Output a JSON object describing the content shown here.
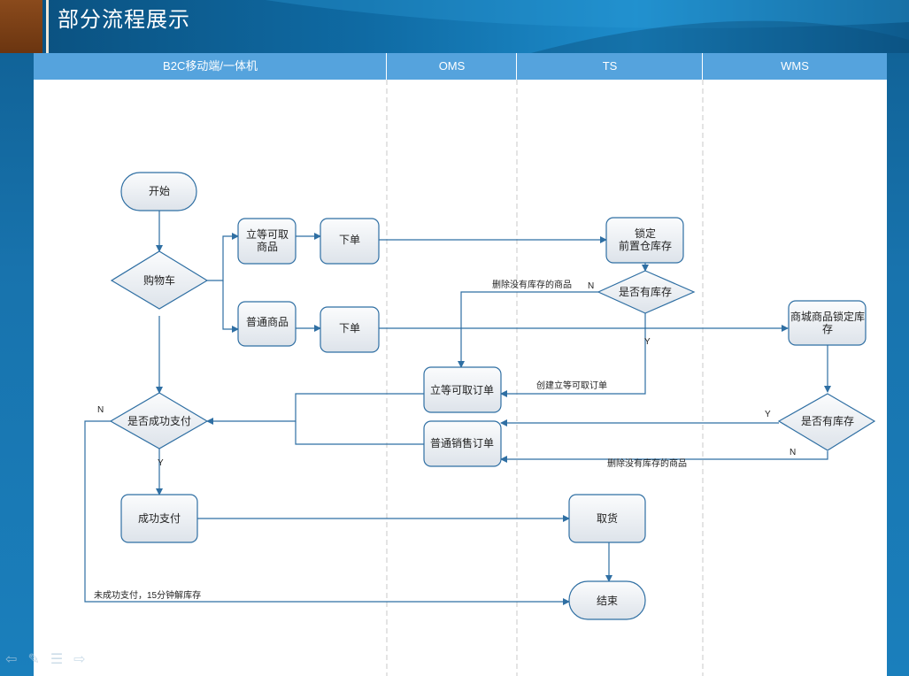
{
  "slide": {
    "title": "部分流程展示"
  },
  "lanes": [
    "B2C移动端/一体机",
    "OMS",
    "TS",
    "WMS"
  ],
  "nodes": {
    "start": "开始",
    "cart": "购物车",
    "instant_goods": [
      "立等可取",
      "商品"
    ],
    "order_1": "下单",
    "normal_goods": "普通商品",
    "order_2": "下单",
    "lock_front": [
      "锁定",
      "前置仓库存"
    ],
    "has_stock_ts": "是否有库存",
    "instant_order": "立等可取订单",
    "normal_order": "普通销售订单",
    "mall_lock": [
      "商城商品锁定库",
      "存"
    ],
    "has_stock_wms": "是否有库存",
    "pay_check": "是否成功支付",
    "pay_success": "成功支付",
    "pickup": "取货",
    "end": "结束"
  },
  "edge_labels": {
    "delete_no_stock_1": "删除没有库存的商品",
    "n1": "N",
    "y1": "Y",
    "create_instant": "创建立等可取订单",
    "n_pay": "N",
    "y_pay": "Y",
    "y_wms": "Y",
    "n_wms": "N",
    "delete_no_stock_2": "删除没有库存的商品",
    "unpaid_release": "未成功支付，15分钟解库存"
  },
  "colors": {
    "lane_header": "#55a3dd",
    "node_fill_top": "#fbfcfd",
    "node_fill_bottom": "#dde3ea",
    "node_stroke": "#2f6fa3",
    "arrow": "#2f6fa3"
  },
  "nav": {
    "icons": [
      "back-arrow-icon",
      "pen-icon",
      "menu-icon",
      "forward-arrow-icon"
    ]
  }
}
